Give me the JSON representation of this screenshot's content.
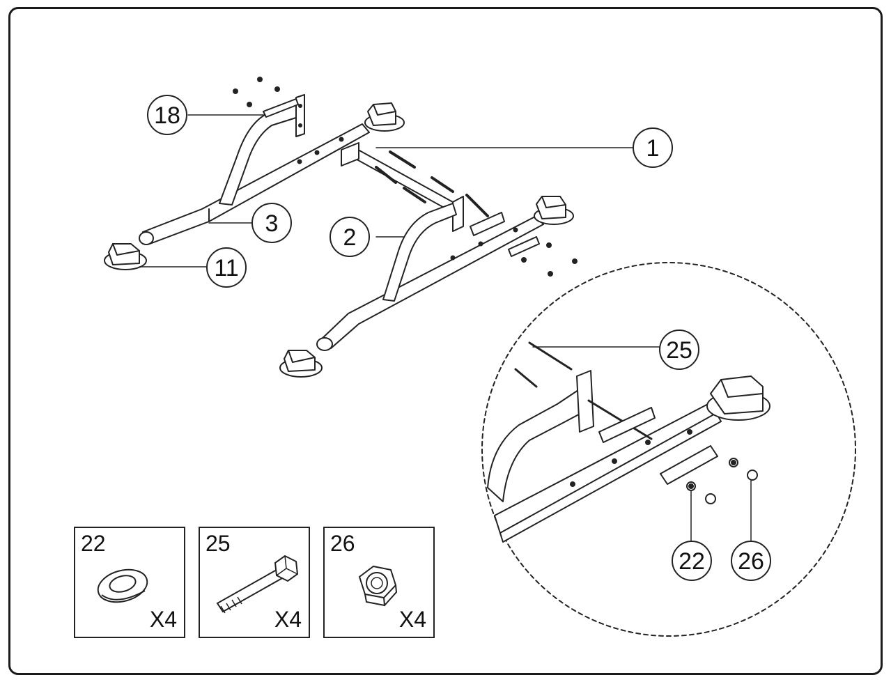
{
  "callouts": {
    "c1": "1",
    "c2": "2",
    "c3": "3",
    "c11": "11",
    "c18": "18",
    "c25": "25",
    "c22": "22",
    "c26": "26"
  },
  "hardware": [
    {
      "number": "22",
      "qty": "X4",
      "icon": "washer-icon"
    },
    {
      "number": "25",
      "qty": "X4",
      "icon": "bolt-icon"
    },
    {
      "number": "26",
      "qty": "X4",
      "icon": "nut-icon"
    }
  ]
}
